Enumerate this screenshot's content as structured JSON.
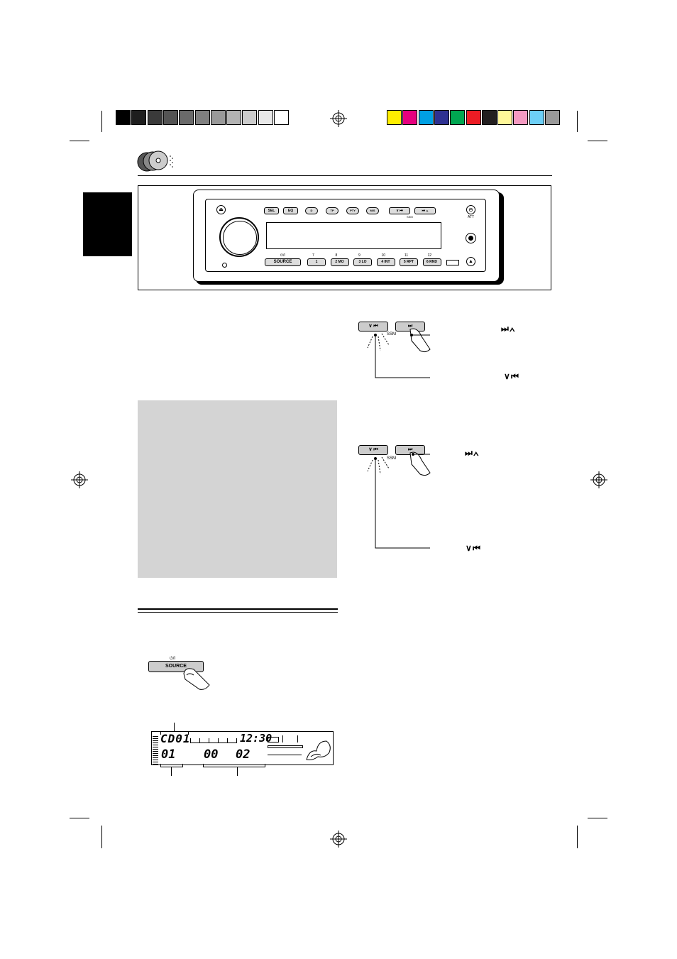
{
  "color_bar": {
    "gray_swatches": [
      "#000000",
      "#1e1e1e",
      "#3a3a3a",
      "#545454",
      "#6a6a6a",
      "#808080",
      "#999999",
      "#b3b3b3",
      "#cccccc",
      "#e8e8e8",
      "#ffffff"
    ],
    "color_swatches": [
      "#ffee00",
      "#e6007e",
      "#00a0e3",
      "#2e3192",
      "#00a651",
      "#ed1c24",
      "#231f20",
      "#fff799",
      "#f49ac1",
      "#6dcff6",
      "#999999"
    ]
  },
  "section_icon": "cd-stack-icon",
  "receiver": {
    "buttons_top": [
      "SEL",
      "EQ",
      "D",
      "TP",
      "PTY",
      "M/S"
    ],
    "seek_down_label": "∨ ⏮",
    "seek_up_label": "⏭ ∧",
    "ssm_label": "SSM",
    "att_label": "ATT",
    "source_power_label": "⏻/I",
    "source_label": "SOURCE",
    "presets": [
      {
        "top": "7",
        "label": "1"
      },
      {
        "top": "8",
        "label": "2 MO"
      },
      {
        "top": "9",
        "label": "3 LO"
      },
      {
        "top": "10",
        "label": "4 INT"
      },
      {
        "top": "11",
        "label": "5 RPT"
      },
      {
        "top": "12",
        "label": "6 RND"
      }
    ]
  },
  "diagram1": {
    "left_button": "∨ ⏮",
    "right_button": "⏭",
    "ssm": "SSM",
    "label_up": "⏭ ∧",
    "label_down": "∨ ⏮"
  },
  "diagram2": {
    "left_button": "∨ ⏮",
    "right_button": "⏭",
    "ssm": "SSM",
    "label_up": "⏭ ∧",
    "label_down": "∨ ⏮"
  },
  "source_button": {
    "power_label": "⏻/I",
    "label": "SOURCE"
  },
  "lcd": {
    "disc": "CD01",
    "clock": "12:30",
    "track": "01",
    "time_min": "00",
    "time_sec": "02"
  }
}
